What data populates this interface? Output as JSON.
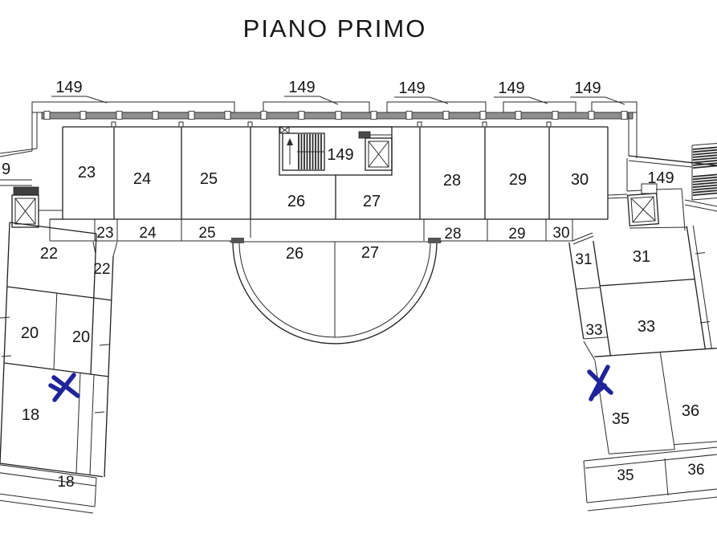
{
  "title": "PIANO PRIMO",
  "colors": {
    "ink": "#1f1f1f",
    "wall_gray": "#8f8f8f",
    "annotation_blue": "#20249a"
  },
  "icons": {
    "stairs": "stairs-icon",
    "elevator": "elevator-icon",
    "annotation": "blue-x-mark"
  },
  "labels": {
    "terrace_1": "149",
    "terrace_2": "149",
    "terrace_3": "149",
    "terrace_4": "149",
    "terrace_5": "149",
    "core_stair": "149",
    "right_wing_terrace": "149",
    "left_edge_partial": "9",
    "room_23": "23",
    "room_24": "24",
    "room_25": "25",
    "room_26": "26",
    "room_27": "27",
    "room_28": "28",
    "room_29": "29",
    "room_30": "30",
    "strip_23": "23",
    "strip_24": "24",
    "strip_25": "25",
    "strip_28": "28",
    "strip_29": "29",
    "strip_30": "30",
    "bay_26": "26",
    "bay_27": "27",
    "left_22": "22",
    "left_22_small": "22",
    "left_20_a": "20",
    "left_20_b": "20",
    "left_18": "18",
    "left_18_balcony": "18",
    "right_31_small": "31",
    "right_31": "31",
    "right_33_small": "33",
    "right_33": "33",
    "right_35": "35",
    "right_36": "36",
    "right_35_balcony": "35",
    "right_36_balcony": "36"
  }
}
